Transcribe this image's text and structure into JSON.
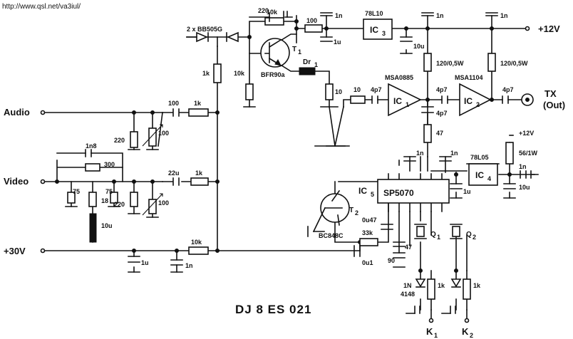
{
  "header": {
    "url": "http://www.qsl.net/va3iul/"
  },
  "title": "DJ 8 ES 021",
  "terminals": {
    "audio": "Audio",
    "video": "Video",
    "v30": "+30V",
    "v12": "+12V",
    "tx": "TX",
    "tx_out": "(Out)",
    "v12b": "+12V"
  },
  "ics": {
    "ic1": "IC",
    "ic1_sub": "1",
    "ic2": "IC",
    "ic2_sub": "2",
    "ic3": "IC",
    "ic3_sub": "3",
    "ic4": "IC",
    "ic4_sub": "4",
    "ic5": "IC",
    "ic5_sub": "5",
    "sp5070": "SP5070"
  },
  "parts": {
    "c220": "220",
    "r10k_top": "10k",
    "r100_top": "100",
    "c1n_a": "1n",
    "c1u_a": "1u",
    "reg78l10": "78L10",
    "c1n_b": "1n",
    "c10u_a": "10u",
    "c1n_c": "1n",
    "r120a": "120/0,5W",
    "r120b": "120/0,5W",
    "bb505": "2 x BB505G",
    "t1": "T",
    "t1_sub": "1",
    "bfr90": "BFR90a",
    "dr1": "Dr",
    "dr1_sub": "1",
    "r1k_v": "1k",
    "r10k_v": "10k",
    "l10": "10",
    "r10": "10",
    "c4p7_a": "4p7",
    "msa0885": "MSA0885",
    "msa1104": "MSA1104",
    "c4p7_b": "4p7",
    "c4p7_c": "4p7",
    "c4p7_d": "4p7",
    "r47": "47",
    "c100": "100",
    "r1k_a": "1k",
    "r220_a": "220",
    "p100_a": "100",
    "c1n8": "1n8",
    "r300": "300",
    "r75_a": "75",
    "r75_b": "75",
    "r18": "18",
    "c10u_b": "10u",
    "c22u": "22u",
    "r1k_b": "1k",
    "r220_b": "220",
    "p100_b": "100",
    "r10k_bot": "10k",
    "c1u_b": "1u",
    "c1n_d": "1n",
    "reg78l05": "78L05",
    "r56": "56/1W",
    "c1n_e": "1n",
    "c1u_c": "1u",
    "c10u_c": "10u",
    "c1n_f": "1n",
    "c1n_g": "1n",
    "t2": "T",
    "t2_sub": "2",
    "bc848": "BC848C",
    "c0u47": "0u47",
    "r33k": "33k",
    "c0u1": "0u1",
    "c47": "47",
    "c90": "90",
    "q1": "Q",
    "q1_sub": "1",
    "q2": "Q",
    "q2_sub": "2",
    "d1n4148": "1N",
    "d1n4148b": "4148",
    "r1k_k1": "1k",
    "r1k_k2": "1k",
    "k1": "K",
    "k1_sub": "1",
    "k2": "K",
    "k2_sub": "2"
  }
}
